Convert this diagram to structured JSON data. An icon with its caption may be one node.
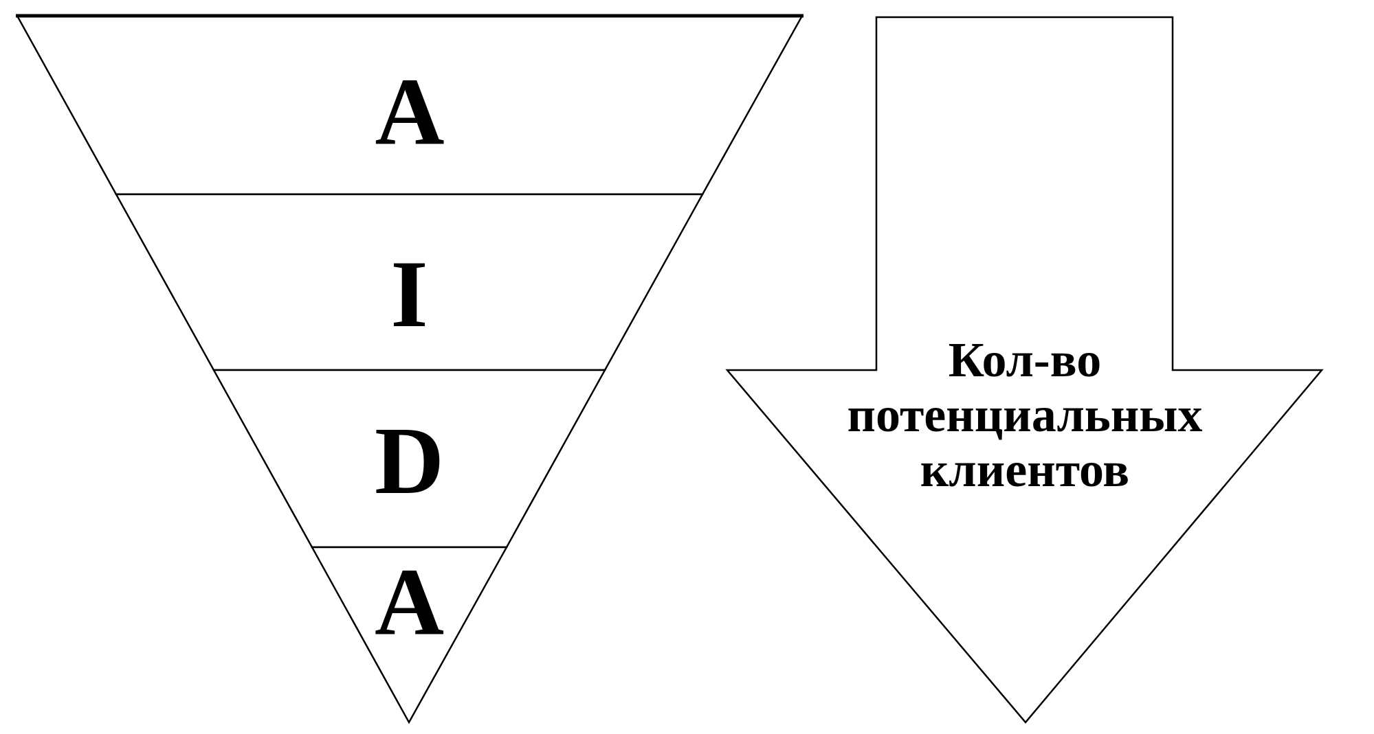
{
  "diagram": {
    "nodes": [
      {
        "text": [
          "A"
        ]
      },
      {
        "text": [
          "I"
        ]
      },
      {
        "text": [
          "D"
        ]
      },
      {
        "text": [
          "A"
        ]
      },
      {
        "text": [
          "Кол-во потенциальных клиентов"
        ]
      }
    ]
  }
}
